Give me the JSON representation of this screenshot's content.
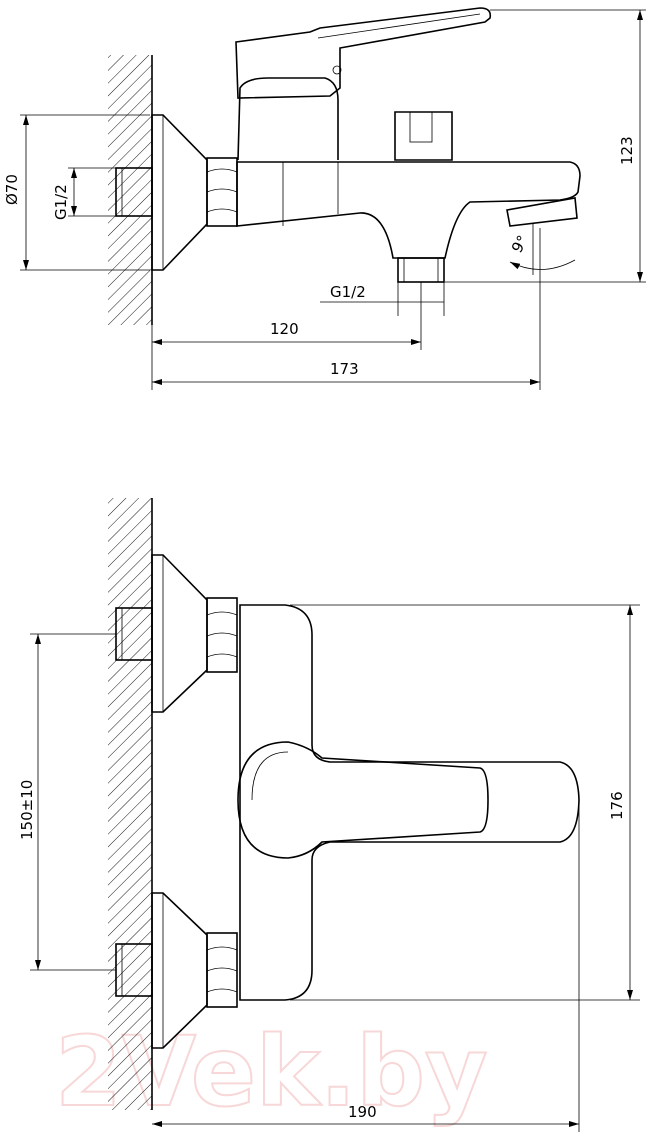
{
  "top_view": {
    "dims": {
      "diameter": "Ø70",
      "wall_thread": "G1/2",
      "outlet_thread": "G1/2",
      "height": "123",
      "len_outlet": "120",
      "len_total": "173",
      "angle": "9°"
    }
  },
  "front_view": {
    "dims": {
      "center_distance": "150±10",
      "height": "176",
      "width": "190"
    }
  },
  "watermark": "2Vek.by",
  "colors": {
    "line": "#000000",
    "watermark": "#f0b0b0"
  }
}
